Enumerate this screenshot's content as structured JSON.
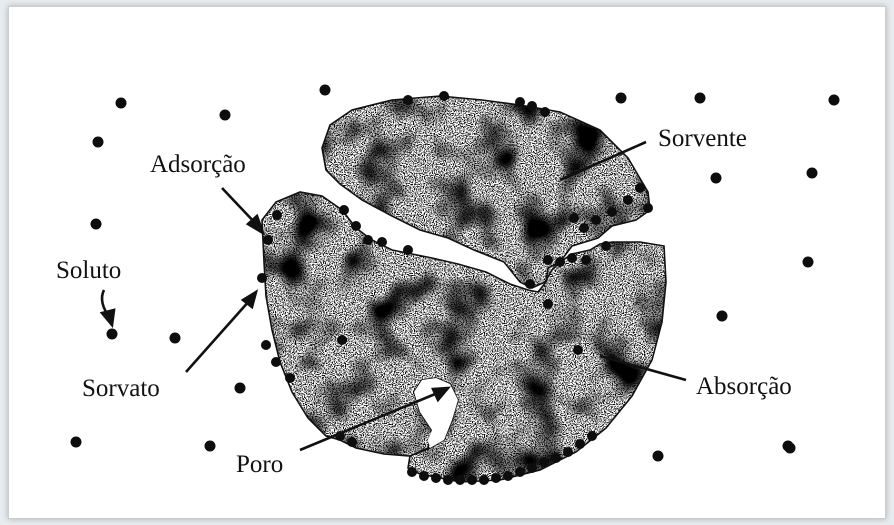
{
  "labels": {
    "sorvente": "Sorvente",
    "adsorcao": "Adsorção",
    "soluto": "Soluto",
    "sorvato": "Sorvato",
    "poro": "Poro",
    "absorcao": "Absorção"
  },
  "colors": {
    "ink": "#111111",
    "particle": "#0d0d0d",
    "background": "#ffffff",
    "grain_light": "#ffffff",
    "grain_dark": "#1a1a1a"
  }
}
